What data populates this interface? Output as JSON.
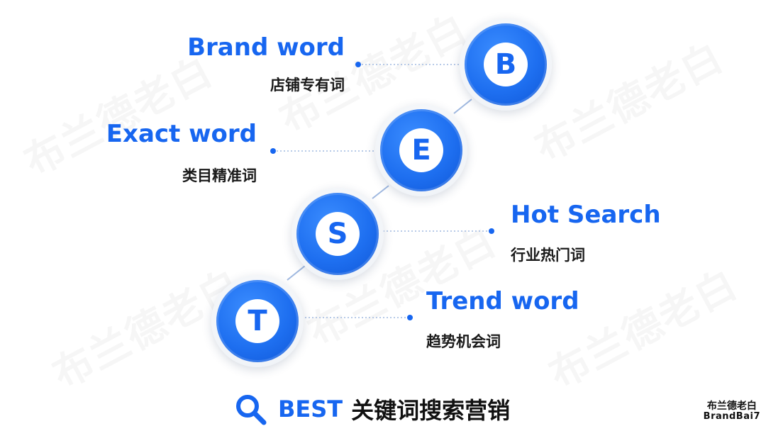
{
  "items": [
    {
      "letter": "B",
      "title": "Brand word",
      "subtitle": "店铺专有词"
    },
    {
      "letter": "E",
      "title": "Exact word",
      "subtitle": "类目精准词"
    },
    {
      "letter": "S",
      "title": "Hot Search",
      "subtitle": "行业热门词"
    },
    {
      "letter": "T",
      "title": "Trend word",
      "subtitle": "趋势机会词"
    }
  ],
  "footer": {
    "best": "BEST",
    "text": "关键词搜索营销"
  },
  "logo": {
    "line1": "布兰德老白",
    "line2": "BrandBai7"
  },
  "watermark_text": "布兰德老白",
  "colors": {
    "accent": "#1766f0",
    "text": "#1a1a1a"
  },
  "icons": {
    "search": "search-icon"
  }
}
